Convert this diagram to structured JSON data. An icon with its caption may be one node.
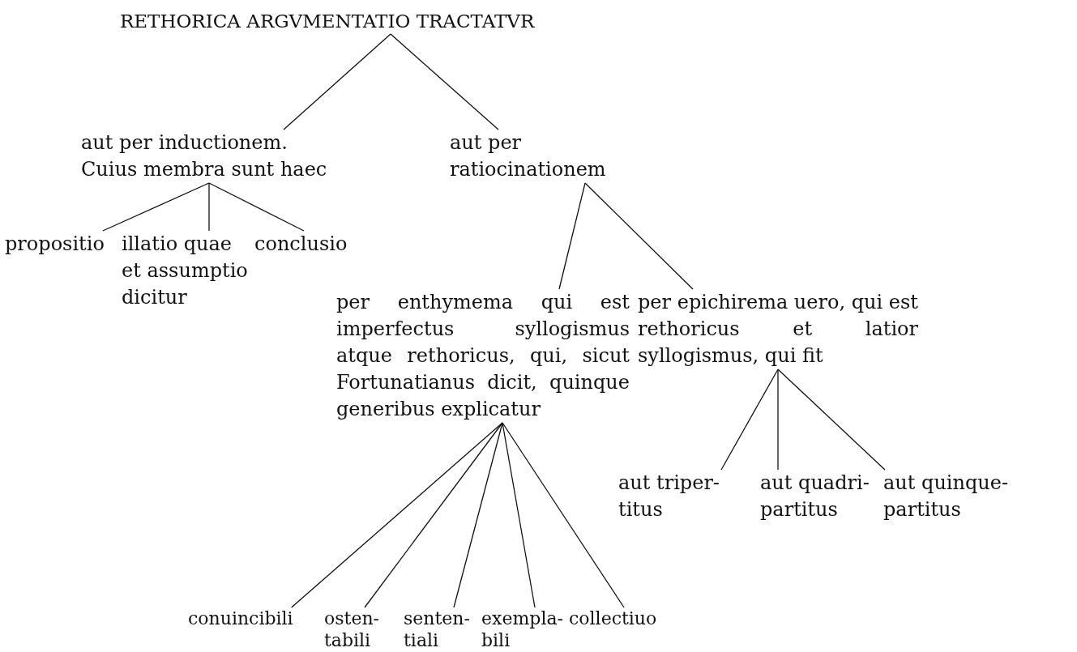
{
  "diagram": {
    "nodes": [
      {
        "text": [
          "RETHORICA ARGVMENTATIO TRACTATVR"
        ]
      },
      {
        "text": [
          "aut per inductionem.",
          "Cuius membra sunt haec"
        ]
      },
      {
        "text": [
          "aut per ratiocinationem"
        ]
      },
      {
        "text": [
          "propositio"
        ]
      },
      {
        "text": [
          "illatio quae et assumptio dicitur"
        ]
      },
      {
        "text": [
          "conclusio"
        ]
      },
      {
        "text": [
          "per enthymema qui est imperfectus syllogismus atque rethoricus, qui, sicut Fortunatianus dicit, quinque generibus explicatur"
        ]
      },
      {
        "text": [
          "per epichirema uero, qui est rethoricus et latior syllogismus, qui fit"
        ]
      },
      {
        "text": [
          "aut triper- titus"
        ]
      },
      {
        "text": [
          "aut quadri- partitus"
        ]
      },
      {
        "text": [
          "aut quinque- partitus"
        ]
      },
      {
        "text": [
          "conuincibili"
        ]
      },
      {
        "text": [
          "osten- tabili"
        ]
      },
      {
        "text": [
          "senten- tiali"
        ]
      },
      {
        "text": [
          "exempla- bili"
        ]
      },
      {
        "text": [
          "collectiuo"
        ]
      }
    ],
    "edges": [
      {
        "from": 0,
        "to": 1,
        "arrow": "none"
      },
      {
        "from": 0,
        "to": 2,
        "arrow": "none"
      },
      {
        "from": 1,
        "to": 3,
        "arrow": "none"
      },
      {
        "from": 1,
        "to": 4,
        "arrow": "none"
      },
      {
        "from": 1,
        "to": 5,
        "arrow": "none"
      },
      {
        "from": 2,
        "to": 6,
        "arrow": "none"
      },
      {
        "from": 2,
        "to": 7,
        "arrow": "none"
      },
      {
        "from": 6,
        "to": 11,
        "arrow": "none"
      },
      {
        "from": 6,
        "to": 12,
        "arrow": "none"
      },
      {
        "from": 6,
        "to": 13,
        "arrow": "none"
      },
      {
        "from": 6,
        "to": 14,
        "arrow": "none"
      },
      {
        "from": 6,
        "to": 15,
        "arrow": "none"
      },
      {
        "from": 7,
        "to": 8,
        "arrow": "none"
      },
      {
        "from": 7,
        "to": 9,
        "arrow": "none"
      },
      {
        "from": 7,
        "to": 10,
        "arrow": "none"
      }
    ]
  }
}
